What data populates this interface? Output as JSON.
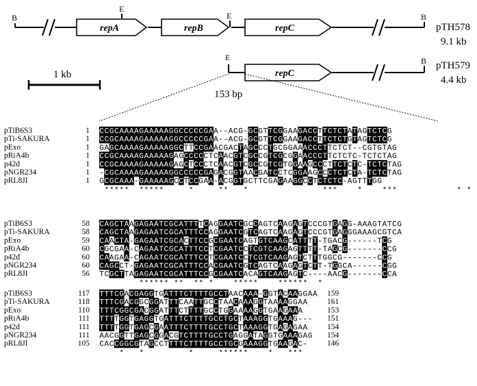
{
  "maps": [
    {
      "name": "pTH578",
      "size": "9.1 kb",
      "left_site": "B",
      "right_site": "B",
      "mid_sites": [
        "E",
        "E"
      ],
      "genes": [
        "repA",
        "repB",
        "repC"
      ]
    },
    {
      "name": "pTH579",
      "size": "4.4 kb",
      "left_site": "E",
      "right_site": "B",
      "genes": [
        "repC"
      ]
    }
  ],
  "scale_label": "1 kb",
  "region_label": "153 bp",
  "alignment": {
    "blocks": [
      {
        "rows": [
          {
            "name": "pTiB6S3",
            "start": "1",
            "seq": "CCGCAAAAGAAAAAGGCCCCCGAA--ACG-GCGTTCGGAAGACCTTCTCTATAGTCTCG",
            "end": ""
          },
          {
            "name": "pTi-SAKURA",
            "start": "1",
            "seq": "CCGCAAAAGAAAAAGGCCCCCGAA--ACG-GCGTTCGGAAGACCTTCTCTGTAGTCTCG",
            "end": ""
          },
          {
            "name": "pExo",
            "start": "1",
            "seq": "GAGCAAAAGAAAAAGGCTTCCGAACGACTAGCCCTGCGGAAACCCTTCTCT--CGTGTAG",
            "end": ""
          },
          {
            "name": "pRiA4b",
            "start": "1",
            "seq": "CCGCAAAAGAAAAAGAGCCCCCTCAACGTCGCCGTCGCGGAACCCTTCTCTC-TCTCTAG",
            "end": ""
          },
          {
            "name": "p42d",
            "start": "1",
            "seq": "CCGCAAAAGAAAAAGAGCTCCCTCAACGTCGCCGTCGTGGAAGCCCTTCTCTC-TCTCTAG",
            "end": ""
          },
          {
            "name": "pNGR234",
            "start": "1",
            "seq": "-CGCAAAAGAAAAAGGCCCCCGAGACGGTAACGATCCTCGGAAGCCCTCTCTA-TCTCTAG",
            "end": ""
          },
          {
            "name": "pRL8JI",
            "start": "1",
            "seq": "GCGCAAA-GAAAAAGCCTCCGAA-ACGGTGCTTCGAGAAGGCCTCTCTC-AGTTTGG",
            "end": ""
          }
        ],
        "conservation": " *****  *****     *     **   *               ***    *    ***            * * *"
      },
      {
        "rows": [
          {
            "name": "pTiB6S3",
            "start": "58",
            "seq": "CAGCTAAGAGAATCGCATTTTCAGGAATCGCCAGTCAAGAGTCCCGTGAGG-AAAGTATCG",
            "end": ""
          },
          {
            "name": "pTi-SAKURA",
            "start": "58",
            "seq": "CAGCTAAGAGAATCGCATTTCCAGGAATCGTCAGTCAAGAGTCCCGTGAGGGAAAGCGTCA",
            "end": ""
          },
          {
            "name": "pExo",
            "start": "59",
            "seq": "CAACTA-GAGAATCGCACTTCCGCGAATCAGTGTCAAGCATTTT-TGACG------TCG",
            "end": ""
          },
          {
            "name": "pRiA4b",
            "start": "60",
            "seq": "CGCGAA-CAGAATCGCATTTCCTCGAATCCTCGTCAAGAGTTTT-TAGCG-------CCG",
            "end": ""
          },
          {
            "name": "p42d",
            "start": "60",
            "seq": "CAAGAA-CAGAATCGCATTTCCTCGAATCCTCGTCAAGAGTCTTTGGCG-------CCG",
            "end": ""
          },
          {
            "name": "pNGR234",
            "start": "60",
            "seq": "CAGCCT-GAGAATCGCATTTCCACGAATCGTCAGTCAAGAGTCTT-TGGCA------CGG",
            "end": ""
          },
          {
            "name": "pRL8JI",
            "start": "56",
            "seq": "TCGCTTAGAGAATCGCATTTCCGCGAATCACAGTCAAGAGTC----AACG-------CCA",
            "end": ""
          }
        ],
        "conservation": "        ****** **  ** *    *****    ******  *"
      },
      {
        "rows": [
          {
            "name": "pTiB6S3",
            "start": "117",
            "seq": "TTTCGACGAGGTGATTTCTTTTGCCTAACAAA-GGTACAAGGAA",
            "end": "159"
          },
          {
            "name": "pTi-SAKURA",
            "start": "118",
            "seq": "TTTCGACGGCGGATTTCAATTGCCTAACAAAGGTAAAAGGAA",
            "end": "161"
          },
          {
            "name": "pExo",
            "start": "110",
            "seq": "TTTCGGCGACGGATTTCTTTTGCCTGGAAAAGGTGAAGAAA",
            "end": "153"
          },
          {
            "name": "pRiA4b",
            "start": "111",
            "seq": "TTTTGGTGAGGTGATTTCTTTTGCCTGCTAAAGGTGAAAG---",
            "end": "151"
          },
          {
            "name": "p42d",
            "start": "111",
            "seq": "TTTTGGTGAGCGAATTTCTTTTGCCTGCTAAAGGTGAGAGAA",
            "end": "154"
          },
          {
            "name": "pNGR234",
            "start": "111",
            "seq": "AACGGTTGAGCGGACGTCTTTTGCCTGAGGATAGGTGAAAGAG",
            "end": "154"
          },
          {
            "name": "pRL8JI",
            "start": "105",
            "seq": "CACCGGCGTAGCCTTTTCTTTTGCCTGCGAAAGGTGAAGAC-",
            "end": "146"
          }
        ],
        "conservation": "    *   *         *     ******    *   ***"
      }
    ]
  }
}
